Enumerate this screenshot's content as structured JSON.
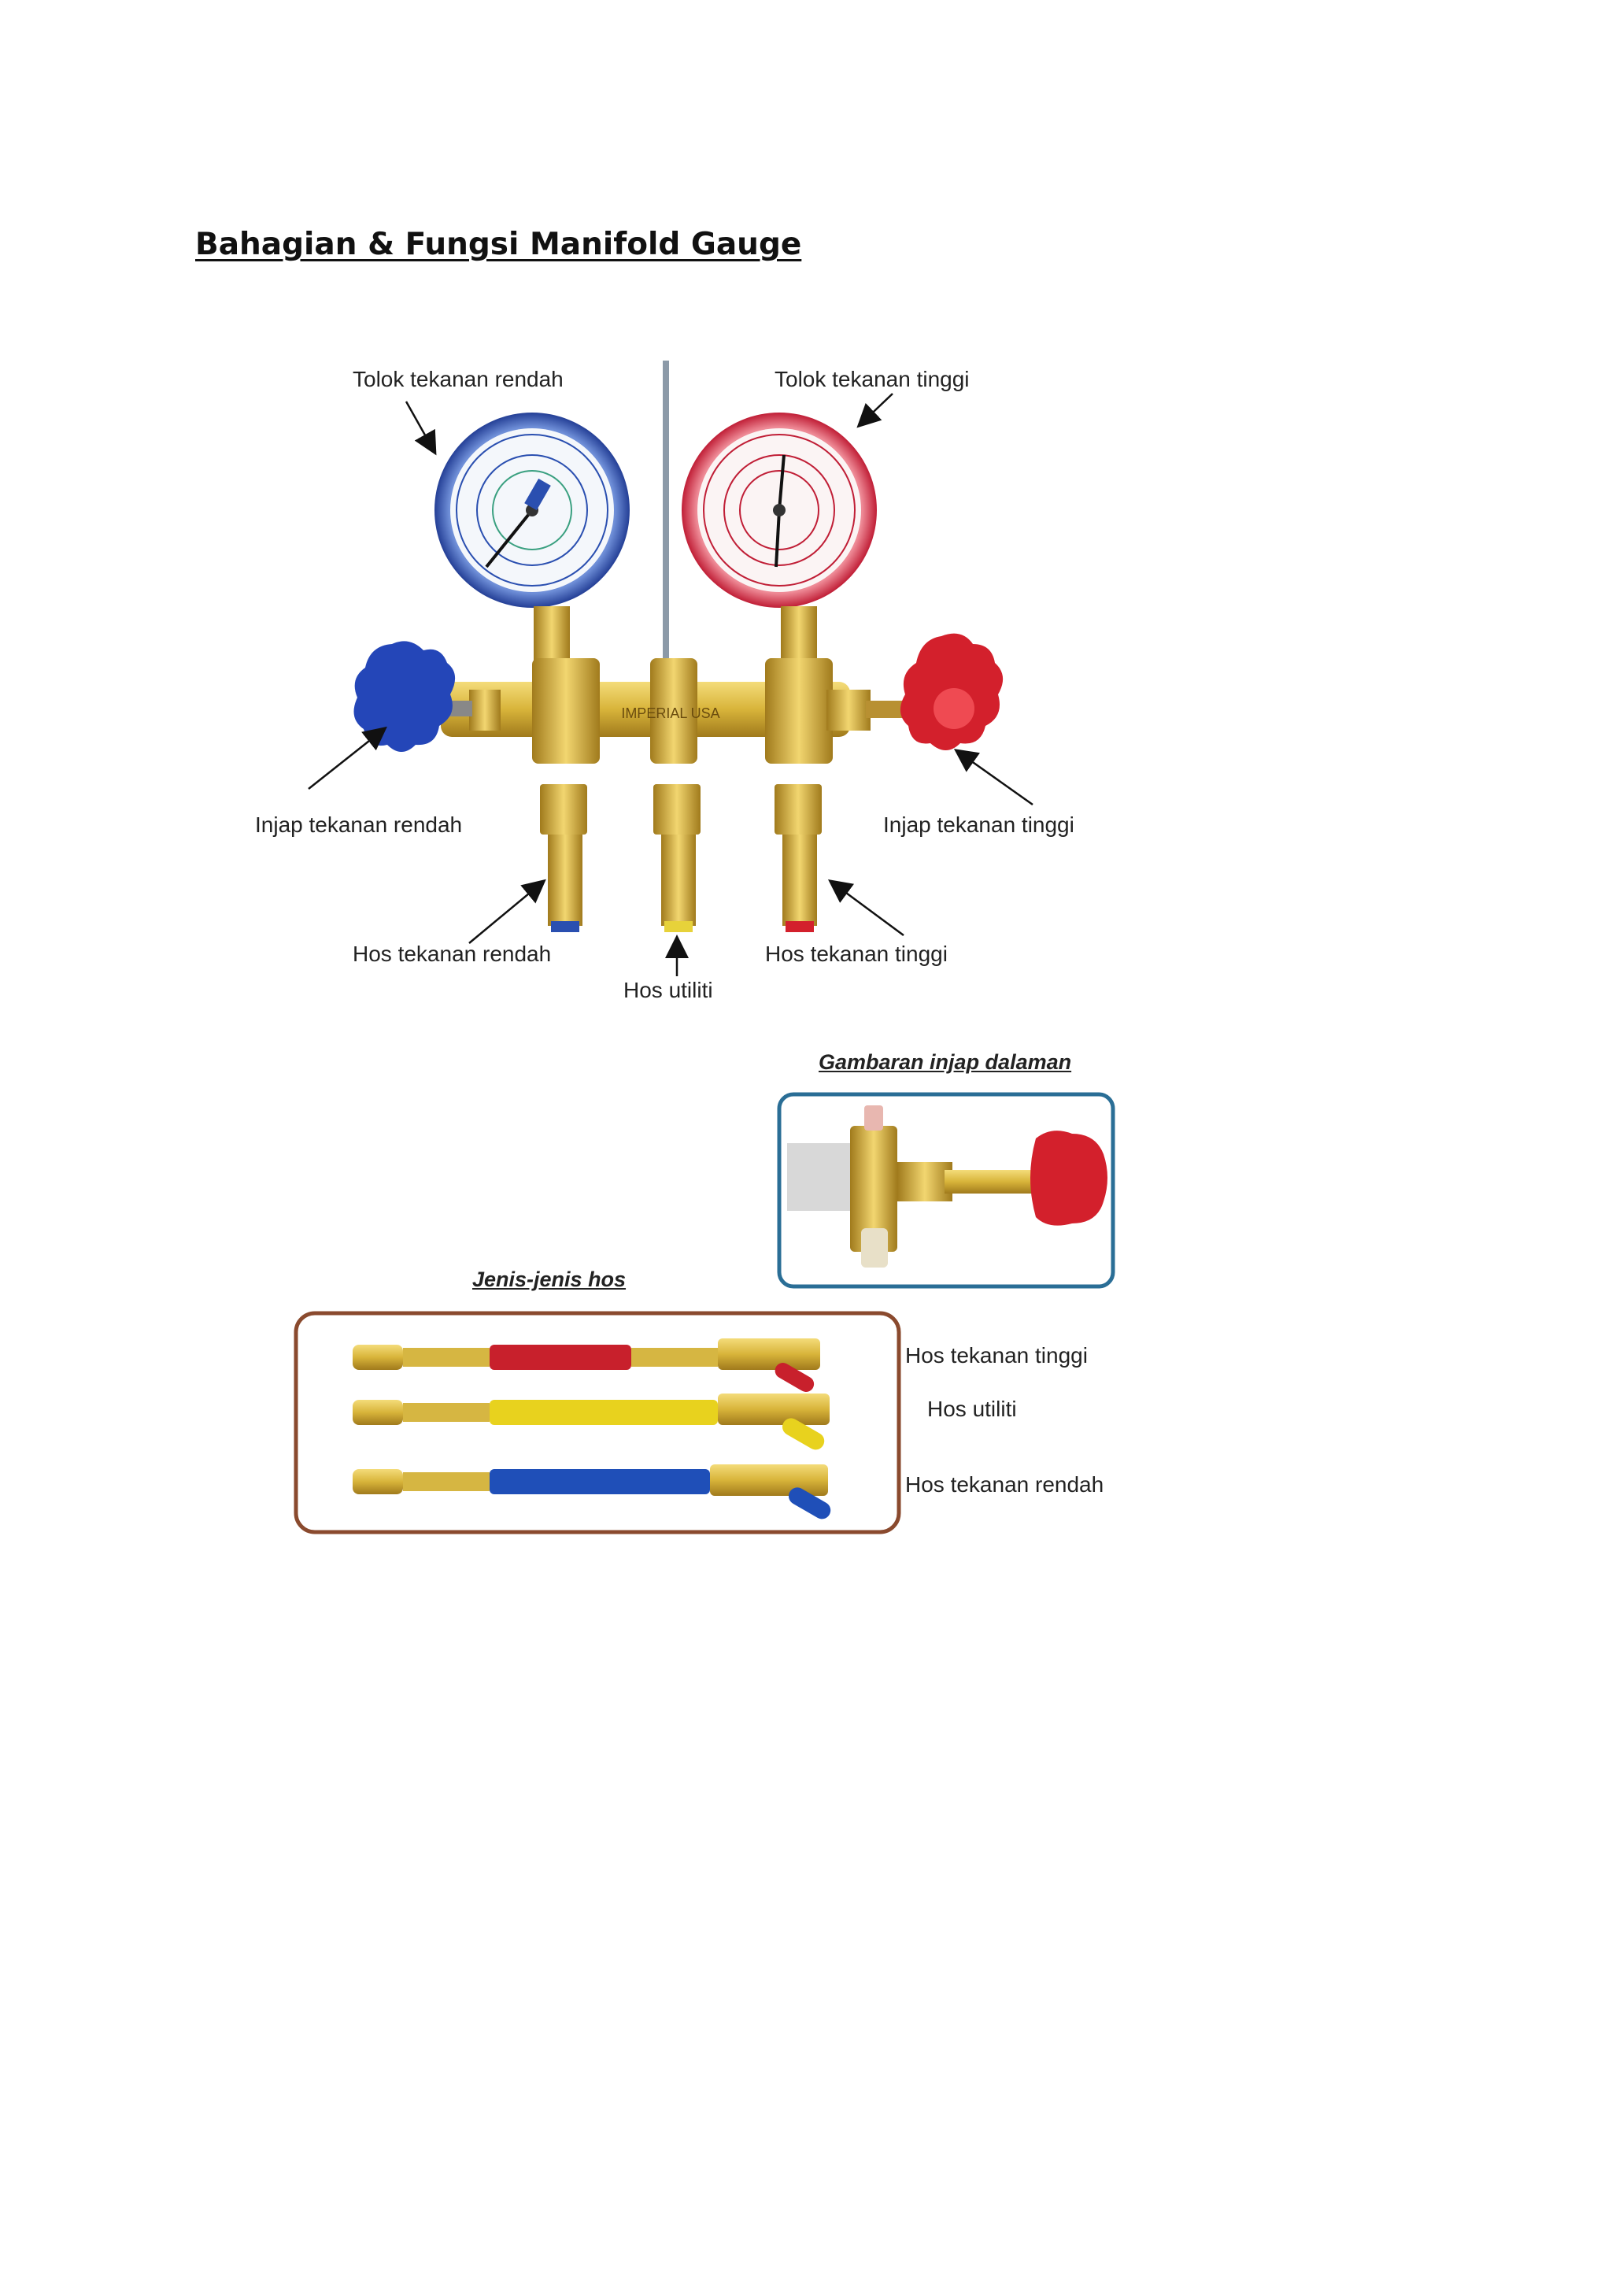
{
  "page": {
    "title": "Bahagian & Fungsi Manifold Gauge"
  },
  "manifold_labels": {
    "low_gauge": "Tolok tekanan rendah",
    "high_gauge": "Tolok tekanan tinggi",
    "low_valve": "Injap tekanan rendah",
    "high_valve": "Injap tekanan tinggi",
    "low_hose": "Hos tekanan rendah",
    "high_hose": "Hos tekanan tinggi",
    "utility_hose": "Hos utiliti"
  },
  "manifold_body_text": "IMPERIAL USA",
  "inner_valve": {
    "caption": "Gambaran injap dalaman"
  },
  "hose_types": {
    "caption": "Jenis-jenis hos",
    "items": [
      {
        "label": "Hos tekanan tinggi",
        "color": "#c8202c"
      },
      {
        "label": "Hos utiliti",
        "color": "#e8d21e"
      },
      {
        "label": "Hos tekanan rendah",
        "color": "#1f4fb8"
      }
    ]
  },
  "colors": {
    "low_side": "#1f4fb8",
    "high_side": "#d7202c",
    "brass": "#d8b43a",
    "inner_frame": "#2a6e96",
    "hose_frame": "#8a4a2e"
  }
}
